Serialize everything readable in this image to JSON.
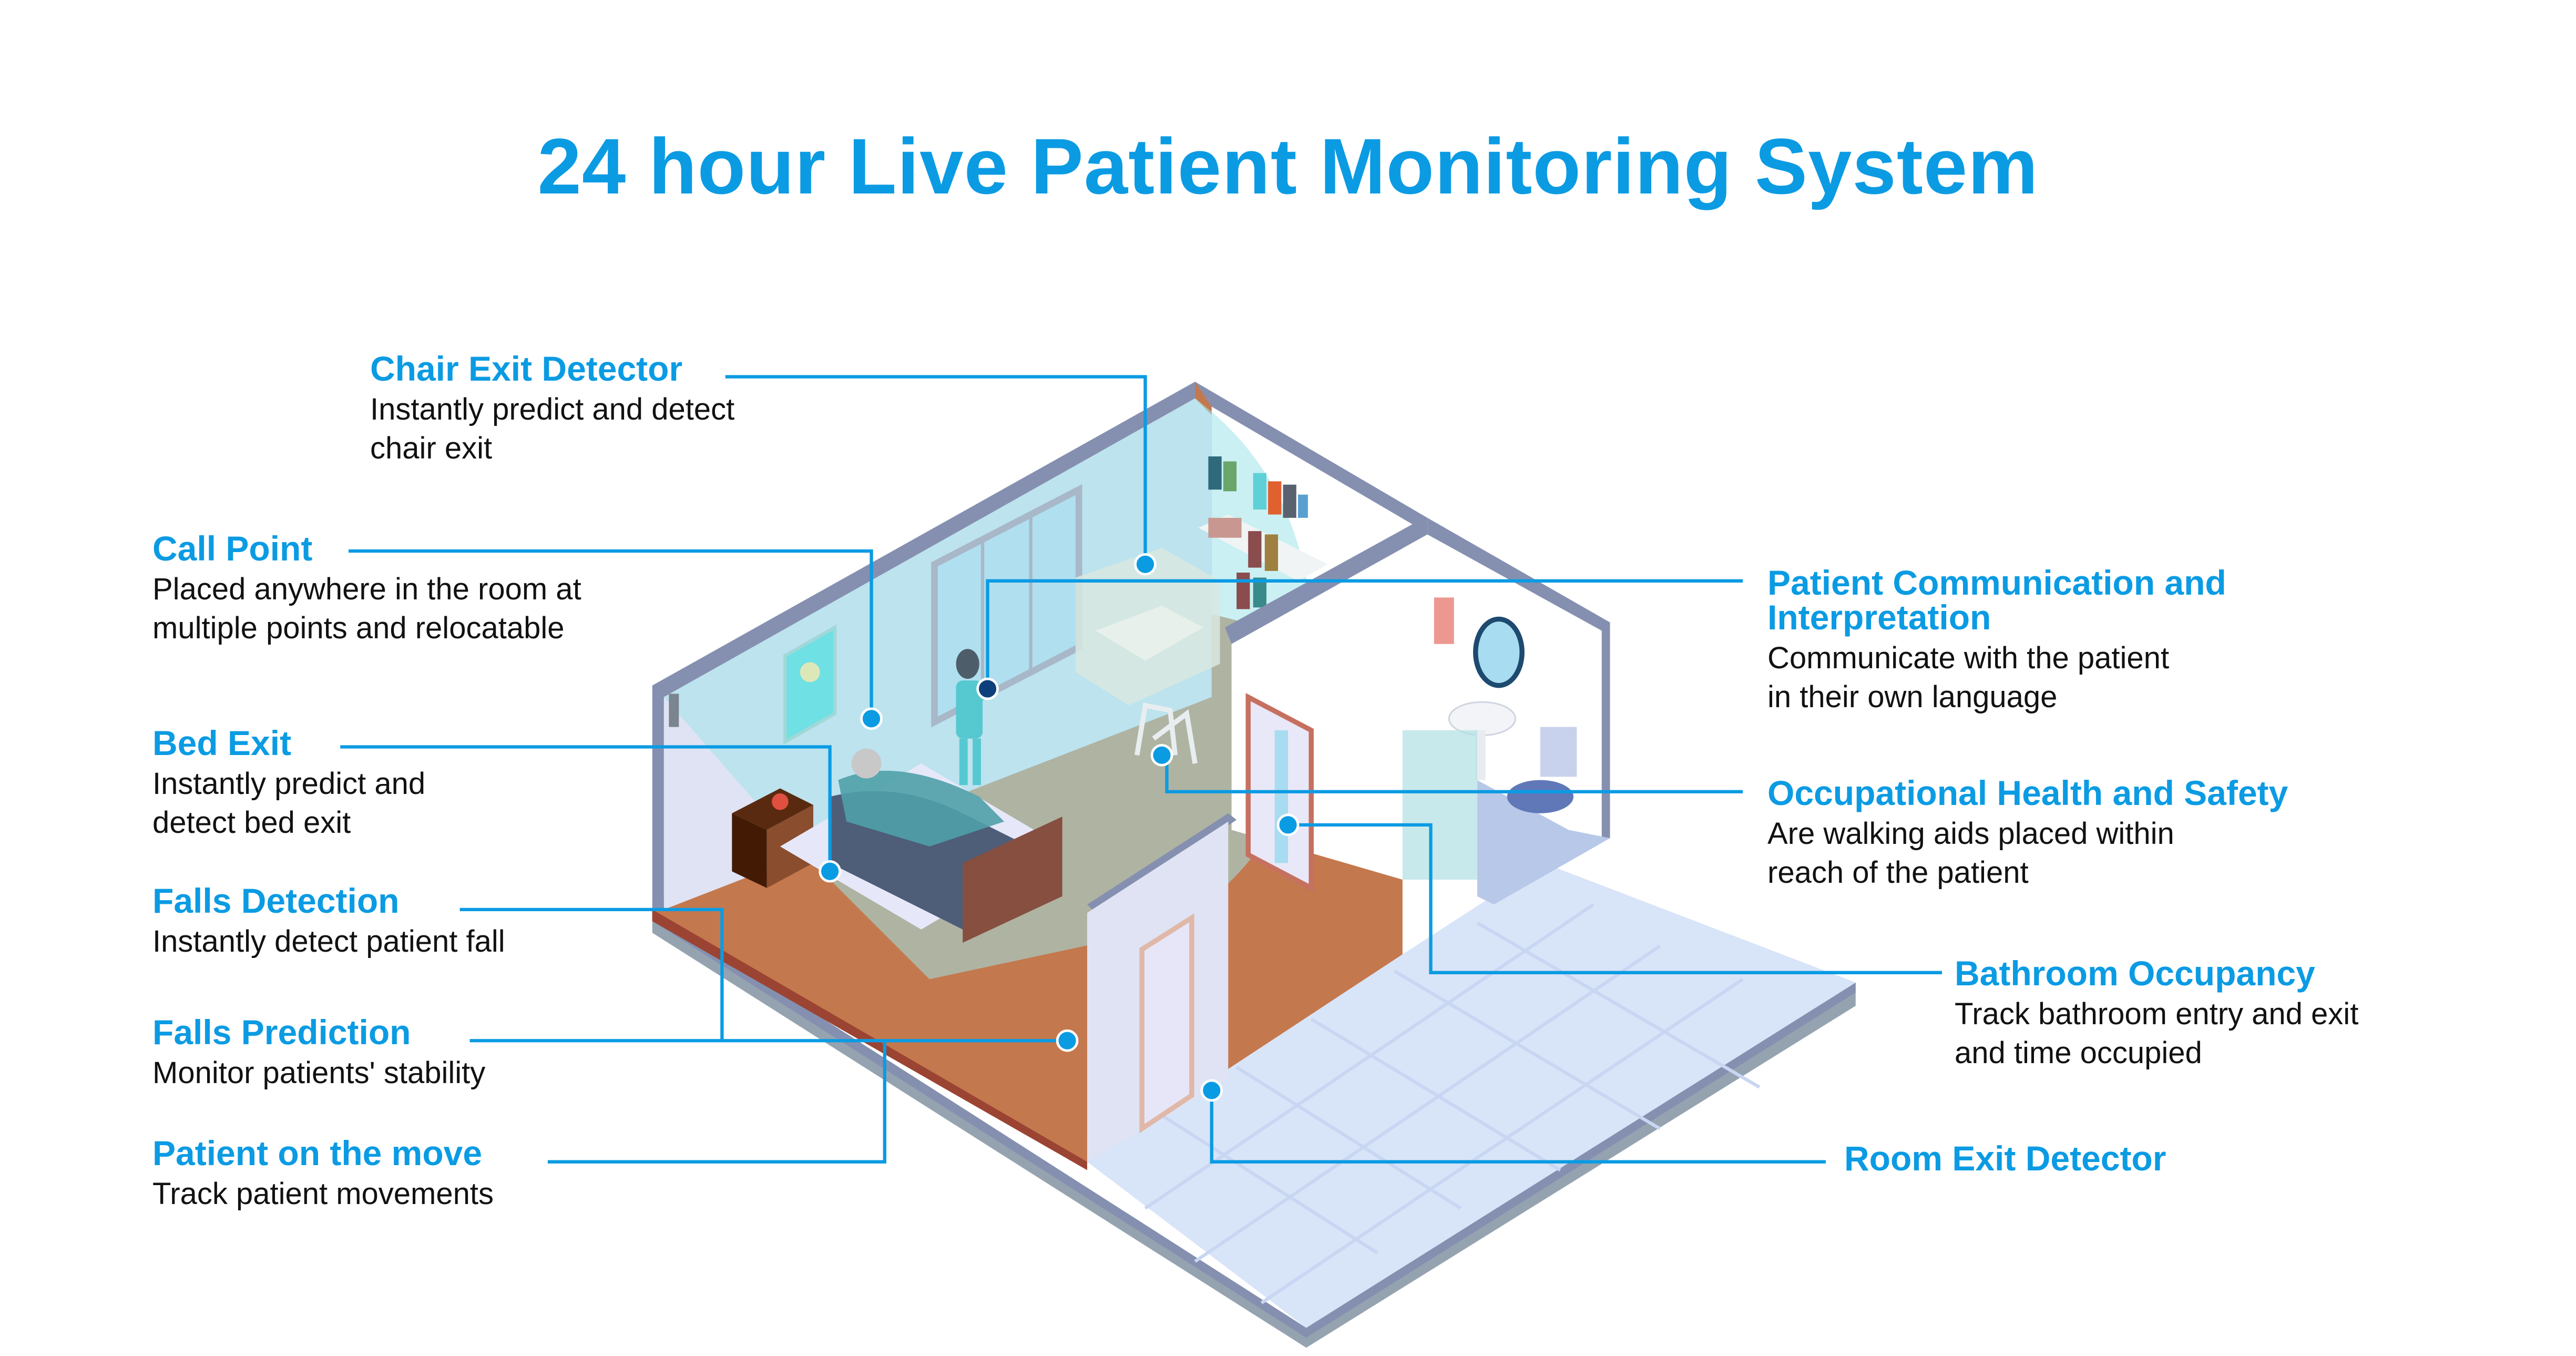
{
  "title": "24 hour Live Patient Monitoring System",
  "colors": {
    "accent": "#0b9be3",
    "text": "#111111",
    "wood_floor": "#c4784d",
    "tile_floor": "#d8e4f8",
    "wall_edge": "#8590b0",
    "sensor_zone": "#9fe3ea"
  },
  "features": {
    "chair_exit": {
      "title": "Chair Exit Detector",
      "desc": [
        "Instantly predict and detect",
        "chair exit"
      ]
    },
    "call_point": {
      "title": "Call Point",
      "desc": [
        "Placed anywhere in the room at",
        "multiple points and relocatable"
      ]
    },
    "bed_exit": {
      "title": "Bed Exit",
      "desc": [
        "Instantly predict and",
        "detect bed exit"
      ]
    },
    "falls_detection": {
      "title": "Falls Detection",
      "desc": [
        "Instantly detect patient fall"
      ]
    },
    "falls_prediction": {
      "title": "Falls Prediction",
      "desc": [
        "Monitor patients' stability"
      ]
    },
    "patient_move": {
      "title": "Patient on the move",
      "desc": [
        "Track patient movements"
      ]
    },
    "communication": {
      "title": [
        "Patient Communication and",
        "Interpretation"
      ],
      "desc": [
        "Communicate with the patient",
        "in their own language"
      ]
    },
    "ohs": {
      "title": "Occupational Health and Safety",
      "desc": [
        "Are walking aids placed within",
        "reach of the patient"
      ]
    },
    "bathroom": {
      "title": "Bathroom Occupancy",
      "desc": [
        "Track bathroom entry and exit",
        "and time occupied"
      ]
    },
    "room_exit": {
      "title": "Room Exit Detector",
      "desc": []
    }
  },
  "illustration_icons": [
    "patient-bed-icon",
    "nurse-icon",
    "armchair-icon",
    "walker-icon",
    "bookshelf-icon",
    "nightstand-icon",
    "alarm-clock-icon",
    "toilet-icon",
    "sink-icon",
    "mirror-icon",
    "door-icon",
    "window-icon",
    "picture-frame-icon",
    "call-point-device-icon"
  ]
}
